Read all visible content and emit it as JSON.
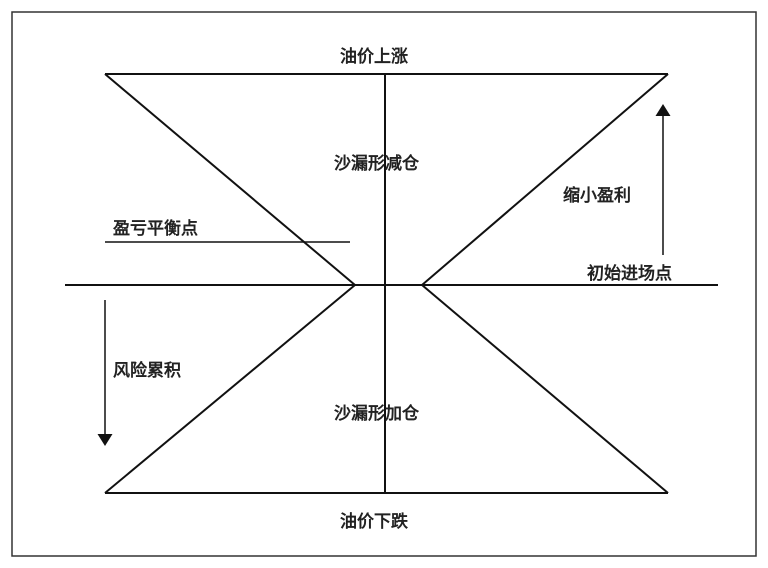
{
  "labels": {
    "top": "油价上涨",
    "bottom": "油价下跌",
    "reduce": "沙漏形减仓",
    "add": "沙漏形加仓",
    "shrink_profit": "缩小盈利",
    "breakeven": "盈亏平衡点",
    "entry": "初始进场点",
    "risk": "风险累积"
  },
  "colors": {
    "line": "#111111",
    "border": "#333333"
  }
}
